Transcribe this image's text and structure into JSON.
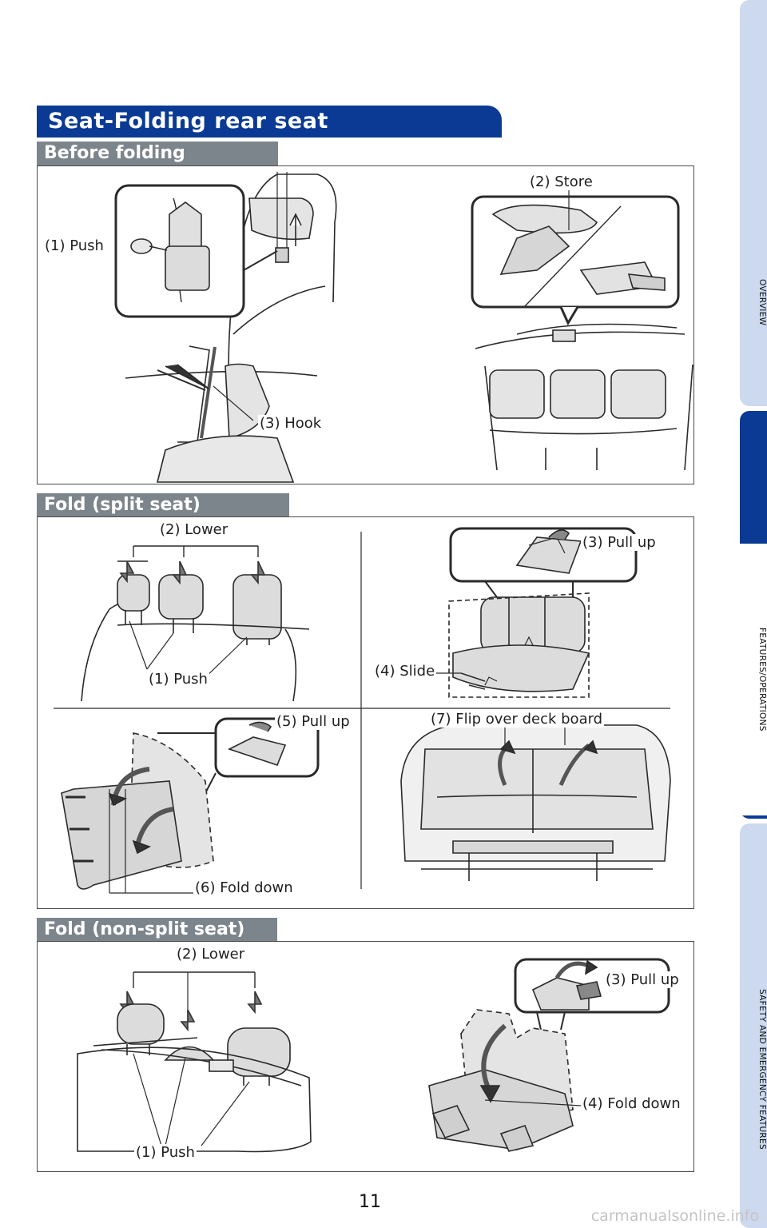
{
  "title": "Seat-Folding rear seat",
  "sections": {
    "before": {
      "heading": "Before folding",
      "labels": {
        "push": "(1) Push",
        "store": "(2) Store",
        "hook": "(3) Hook"
      }
    },
    "split": {
      "heading": "Fold (split seat)",
      "labels": {
        "lower": "(2) Lower",
        "push": "(1) Push",
        "pull_up_3": "(3) Pull up",
        "slide": "(4) Slide",
        "pull_up_5": "(5) Pull up",
        "fold_down": "(6) Fold down",
        "flip": "(7) Flip over deck board"
      }
    },
    "nonsplit": {
      "heading": "Fold (non-split seat)",
      "labels": {
        "lower": "(2) Lower",
        "push": "(1) Push",
        "pull_up": "(3) Pull up",
        "fold_down": "(4) Fold down"
      }
    }
  },
  "sidebar": {
    "tabs": [
      {
        "label": "OVERVIEW",
        "active": false
      },
      {
        "label": "FEATURES/OPERATIONS",
        "active": true
      },
      {
        "label": "SAFETY AND EMERGENCY FEATURES",
        "active": false
      }
    ]
  },
  "page_number": "11",
  "watermark": "carmanualsonline.info",
  "colors": {
    "title_bar": "#0a3a93",
    "section_head": "#7d858c",
    "tab_inactive": "#cdd9ee",
    "tab_active": "#0a3a93",
    "seat_fill": "#dcdcdc"
  }
}
